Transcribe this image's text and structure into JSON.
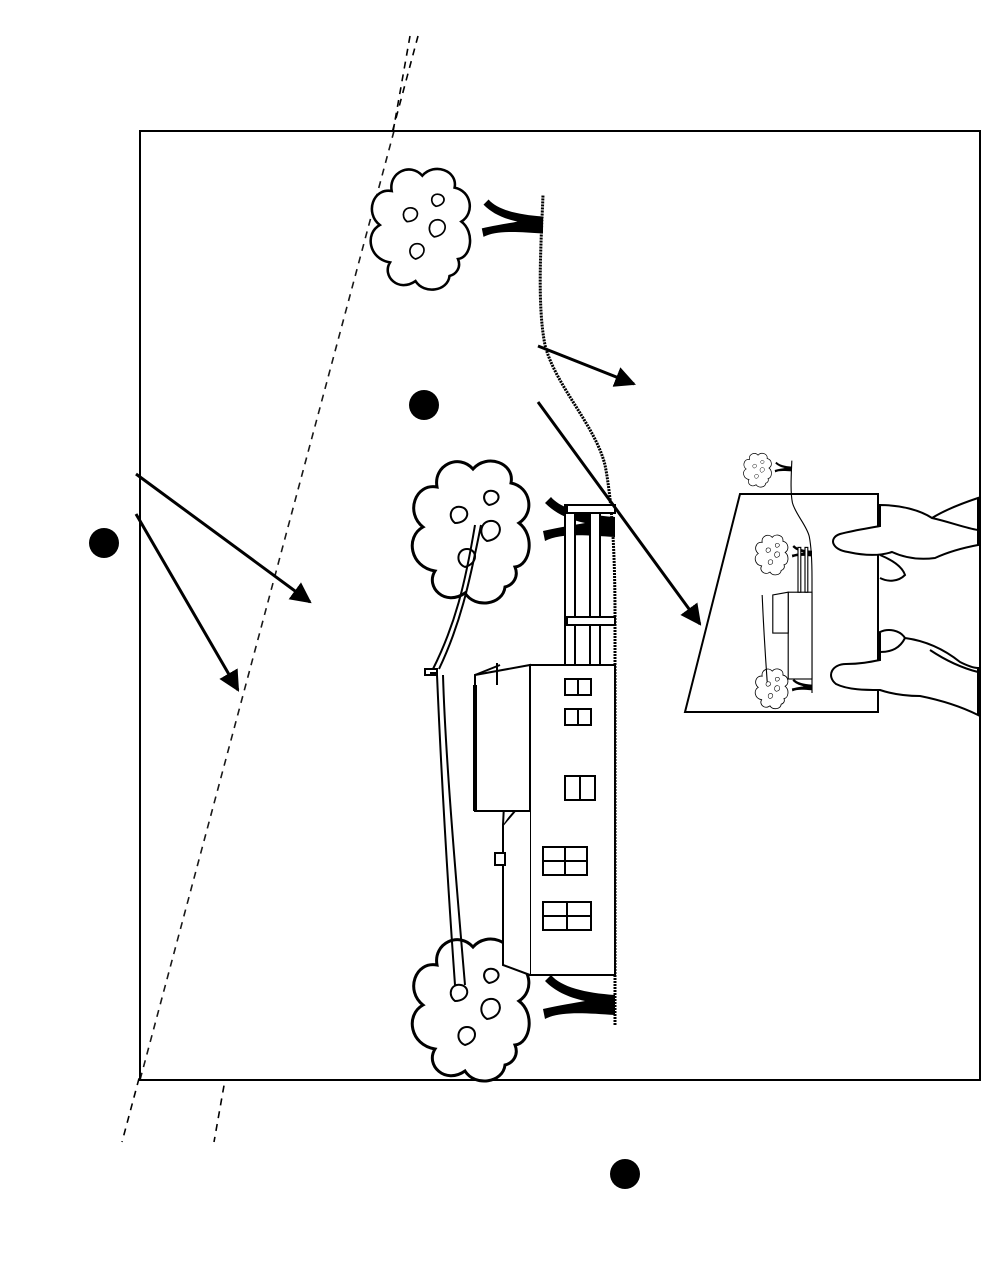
{
  "diagram": {
    "callouts": [
      {
        "name": "callout-marker-1"
      },
      {
        "name": "callout-marker-2"
      },
      {
        "name": "callout-marker-3"
      }
    ],
    "colors": {
      "ink": "#000000",
      "paper": "#ffffff"
    }
  }
}
